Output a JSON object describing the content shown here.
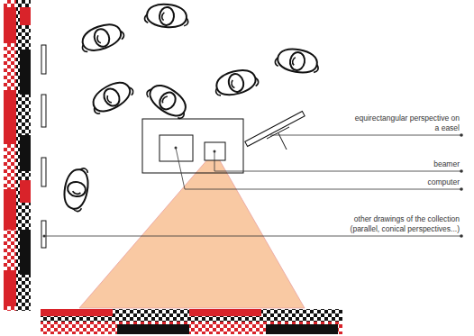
{
  "diagram": {
    "labels": [
      "equirectangular perspective on a easel",
      "beamer",
      "computer",
      "other drawings of the collection (parallel, conical perspectives...)"
    ]
  }
}
